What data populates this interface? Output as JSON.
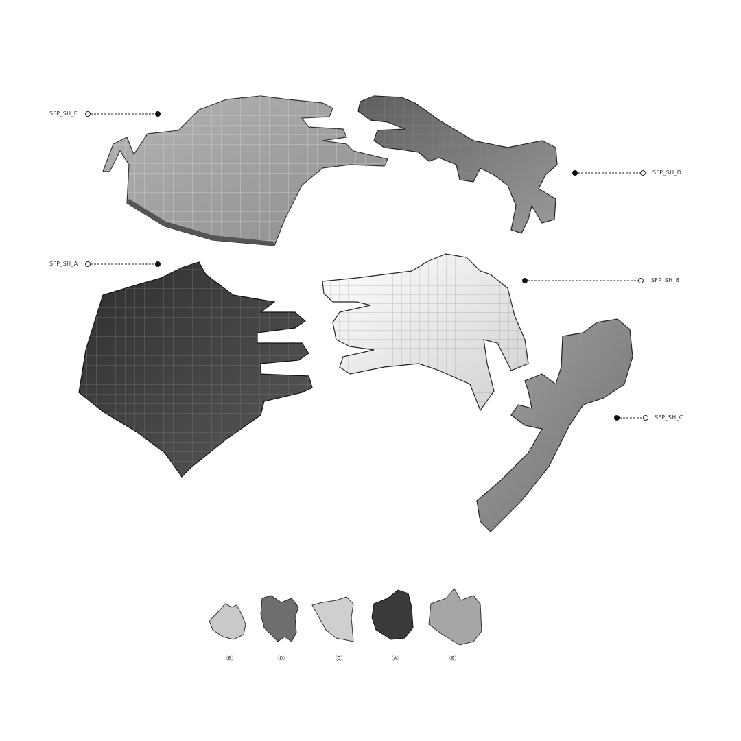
{
  "callouts": {
    "e": "SFP_SH_E",
    "d": "SFP_SH_D",
    "a": "SFP_SH_A",
    "b": "SFP_SH_B",
    "c": "SFP_SH_C"
  },
  "legend": [
    "Ⓑ",
    "Ⓓ",
    "Ⓒ",
    "Ⓐ",
    "Ⓔ"
  ],
  "colors": {
    "shell_e": "#9a9a9a",
    "shell_d": "#7a7a7a",
    "shell_a": "#3e3e3e",
    "shell_b": "#f0f0f0",
    "shell_c": "#8a8a8a",
    "leader": "#222222"
  }
}
